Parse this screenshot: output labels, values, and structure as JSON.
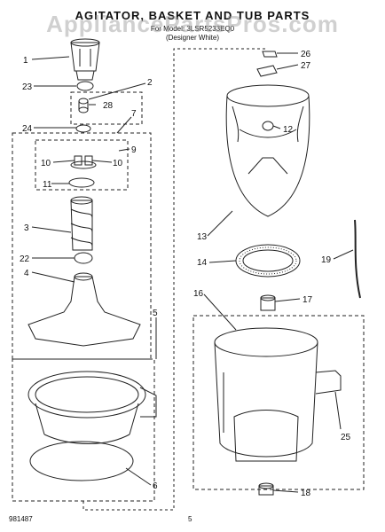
{
  "header": {
    "title": "AGITATOR, BASKET AND TUB PARTS",
    "line1": "For Model: 3LSR5233EQ0",
    "line2": "(Designer White)"
  },
  "watermark": "AppliancePartsPros.com",
  "footer": {
    "code": "981487",
    "page": "5"
  },
  "callouts": [
    "1",
    "2",
    "3",
    "4",
    "5",
    "6",
    "7",
    "9",
    "10",
    "10",
    "11",
    "12",
    "13",
    "14",
    "16",
    "17",
    "18",
    "19",
    "22",
    "23",
    "24",
    "25",
    "26",
    "27",
    "28"
  ]
}
